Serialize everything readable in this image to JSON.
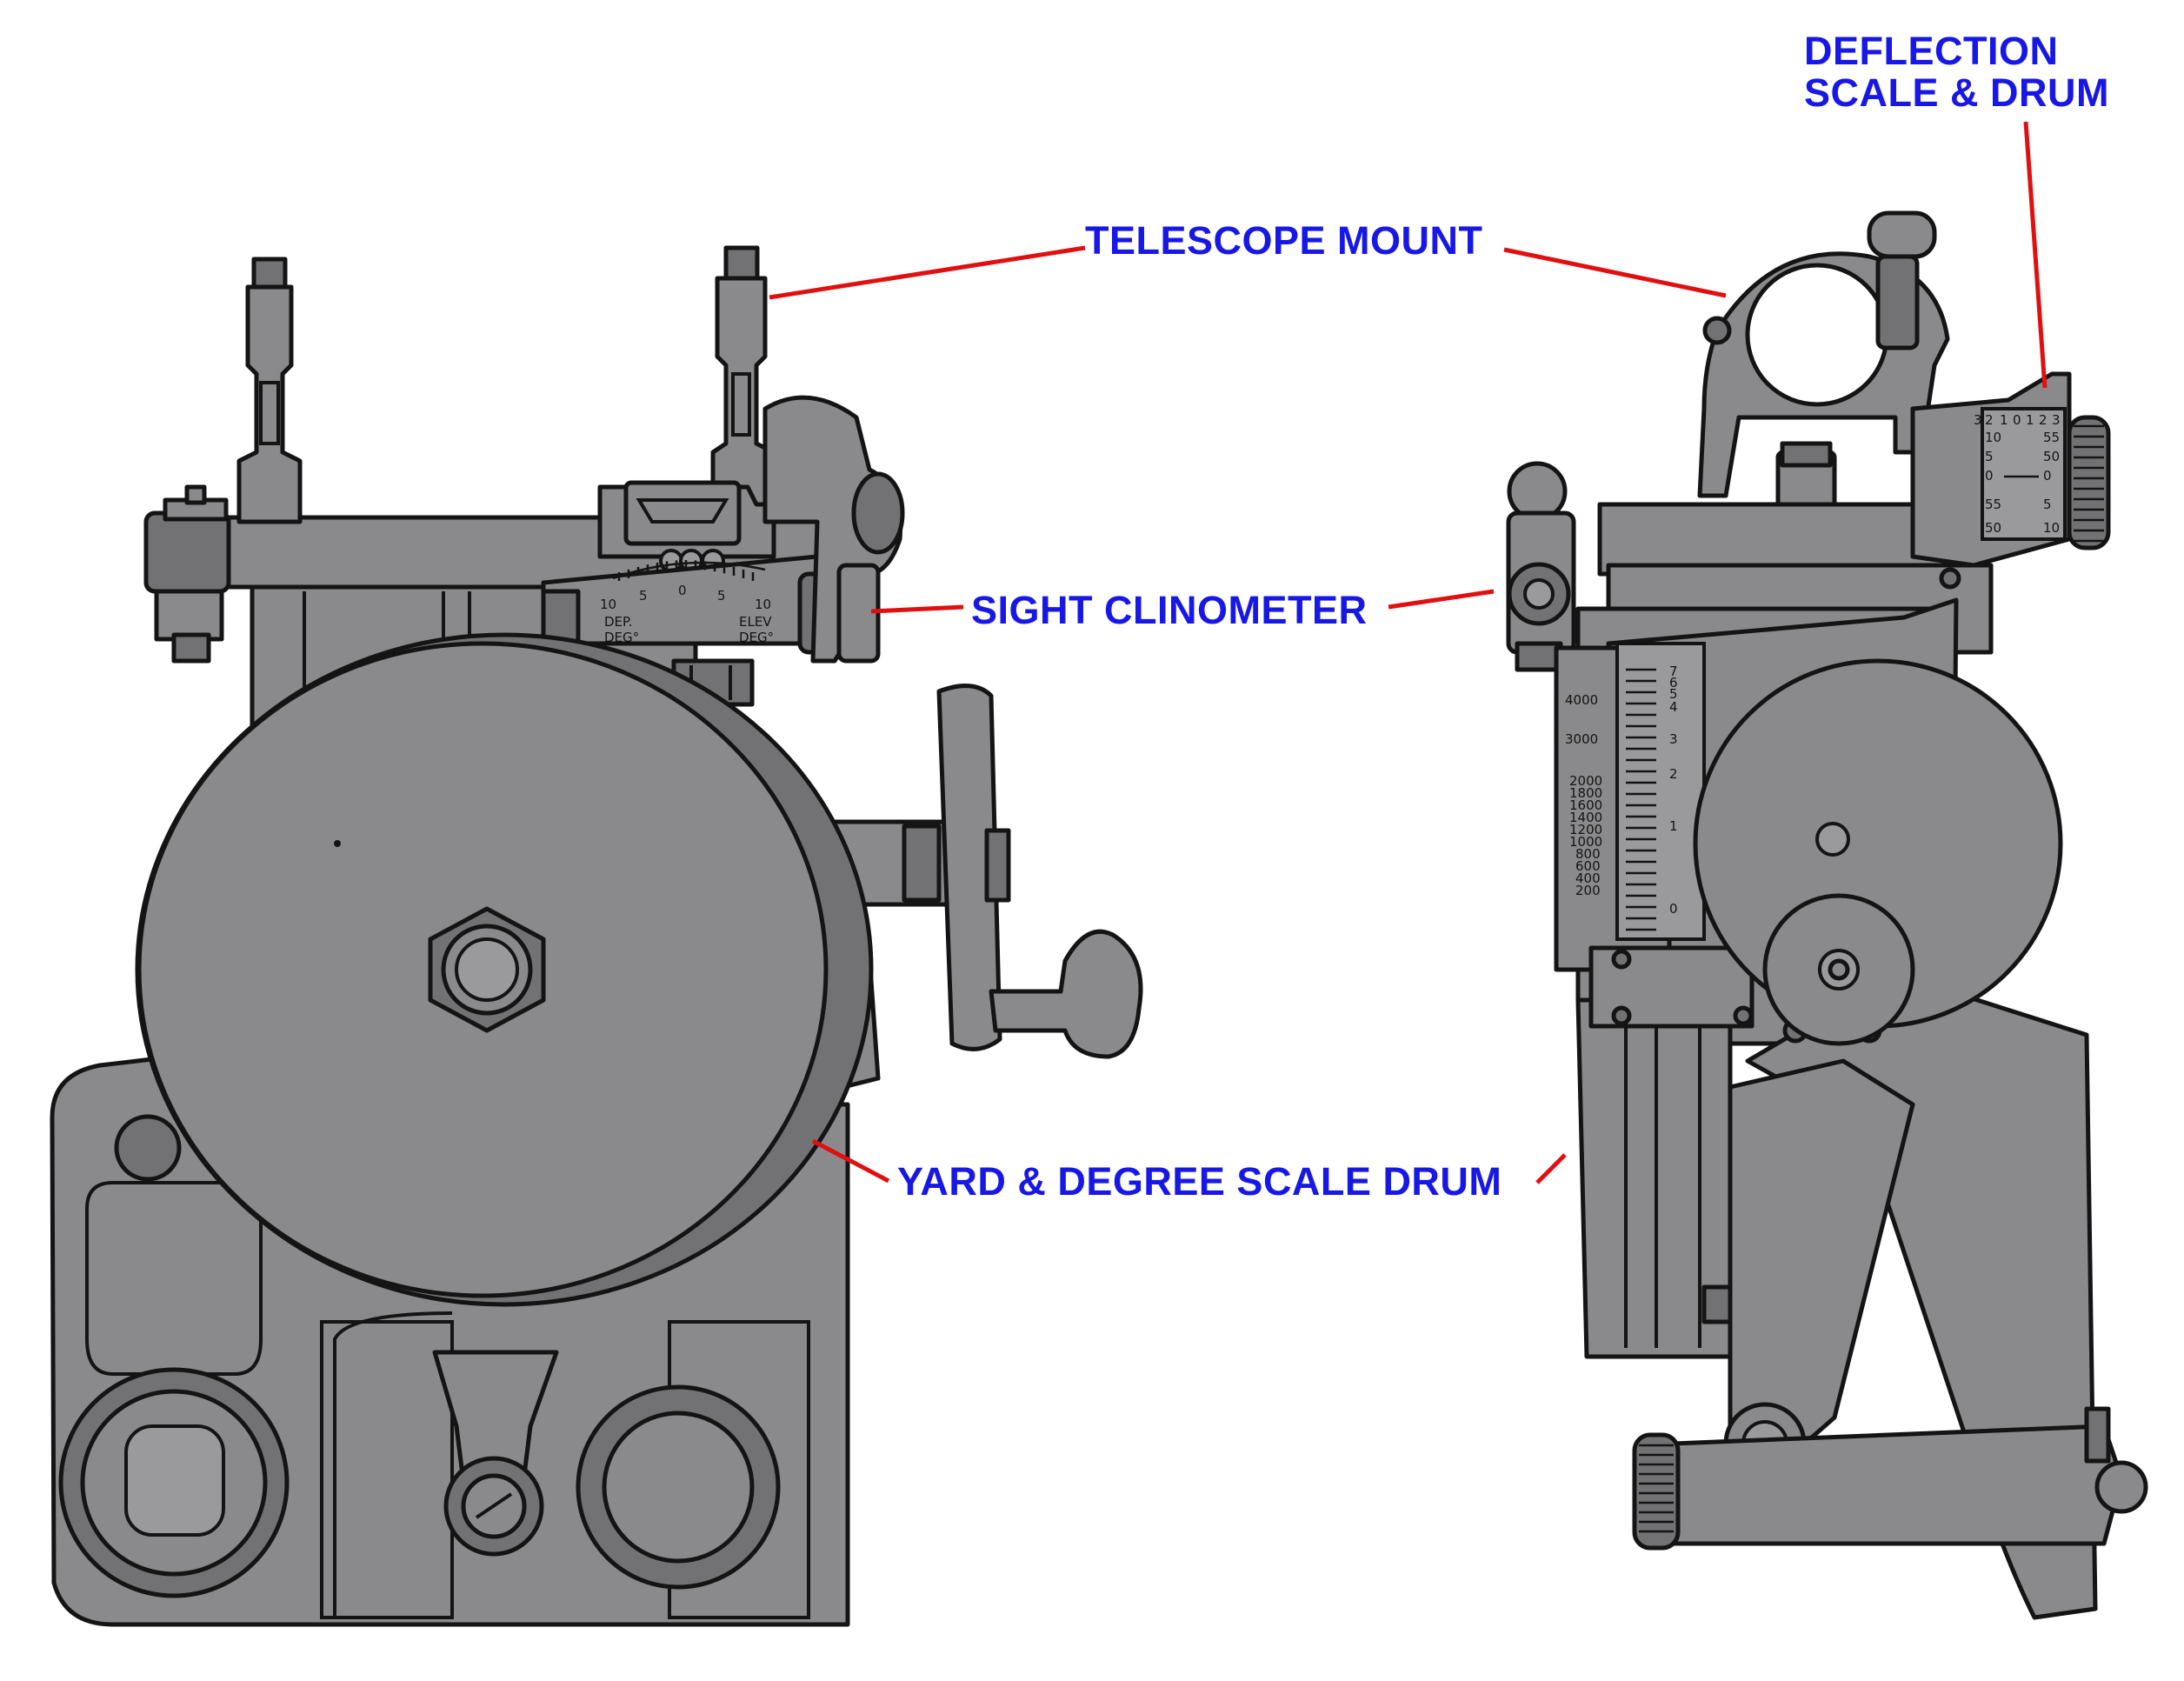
{
  "labels": {
    "telescope_mount": "TELESCOPE MOUNT",
    "sight_clinometer": "SIGHT CLINOMETER",
    "yard_degree_drum": "YARD & DEGREE SCALE DRUM",
    "deflection_line1": "DEFLECTION",
    "deflection_line2": "SCALE & DRUM"
  },
  "drawing_text": {
    "clino_dep": "DEP.",
    "clino_dep_unit": "DEG°",
    "clino_elev": "ELEV",
    "clino_elev_unit": "DEG°",
    "clino_ticks": [
      "10",
      "5",
      "0",
      "5",
      "10"
    ],
    "range_yards": [
      "4000",
      "3000",
      "2000",
      "1800",
      "1600",
      "1400",
      "1200",
      "1000",
      "800",
      "600",
      "400",
      "200"
    ],
    "range_degrees": [
      "7",
      "6",
      "5",
      "4",
      "3",
      "2",
      "1",
      "0"
    ],
    "deflection_top": [
      "3",
      "2",
      "1",
      "0",
      "1",
      "2",
      "3"
    ],
    "deflection_left": [
      "10",
      "5",
      "0",
      "55",
      "50"
    ],
    "deflection_right": [
      "55",
      "50",
      "0",
      "5",
      "10"
    ]
  },
  "colors": {
    "label_text": "#1818e6",
    "leader_line": "#e01010",
    "metal": "#8a8a8c",
    "metal_dark": "#5a5a5c",
    "outline": "#141414"
  }
}
